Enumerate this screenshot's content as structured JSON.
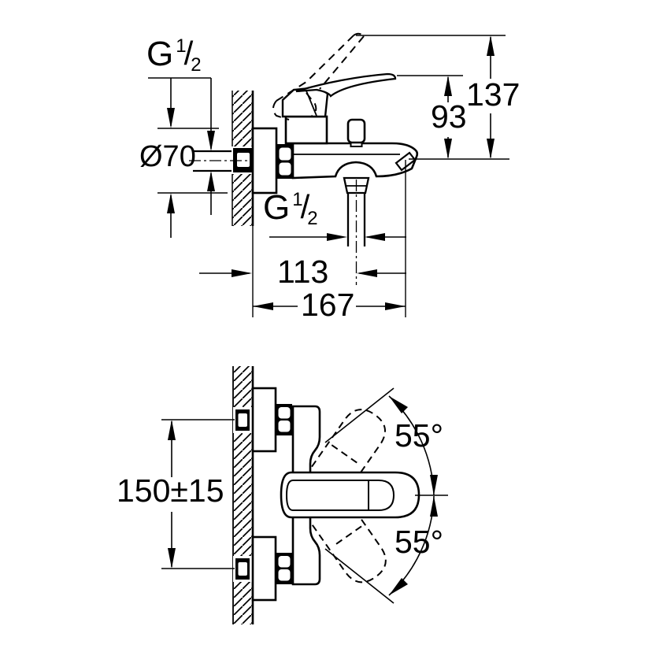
{
  "title": "Bath mixer technical dimension drawing",
  "colors": {
    "line": "#000000",
    "background": "#ffffff"
  },
  "top_view": {
    "wall_thread": {
      "letter": "G",
      "numerator": "1",
      "slash": "/",
      "denominator": "2"
    },
    "escutcheon_diameter": "Ø70",
    "spout_height": "93",
    "overall_height": "137",
    "hose_thread": {
      "letter": "G",
      "numerator": "1",
      "slash": "/",
      "denominator": "2"
    },
    "wall_to_hose_center": "113",
    "wall_to_spout_tip": "167"
  },
  "front_view": {
    "connection_spacing": "150±15",
    "handle_angle_up": "55°",
    "handle_angle_down": "55°"
  }
}
